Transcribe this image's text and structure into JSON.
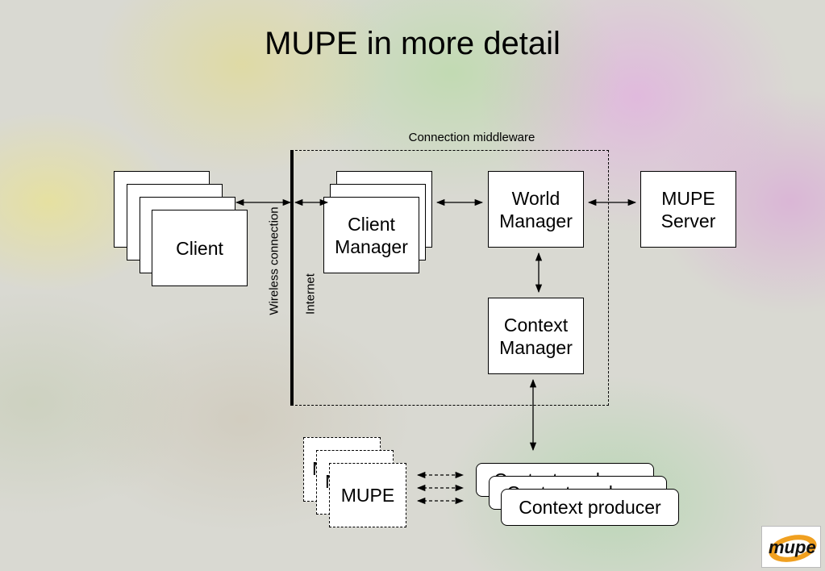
{
  "title": "MUPE in more detail",
  "middleware_label": "Connection middleware",
  "wireless_label": "Wireless connection",
  "internet_label": "Internet",
  "client_label": "Client",
  "client_manager_label": "Client\nManager",
  "world_manager_label": "World\nManager",
  "mupe_server_label": "MUPE\nServer",
  "context_manager_label": "Context\nManager",
  "mupe_stack_label": "MUPE",
  "context_producer_label": "Context producer",
  "logo_text": "mupe"
}
